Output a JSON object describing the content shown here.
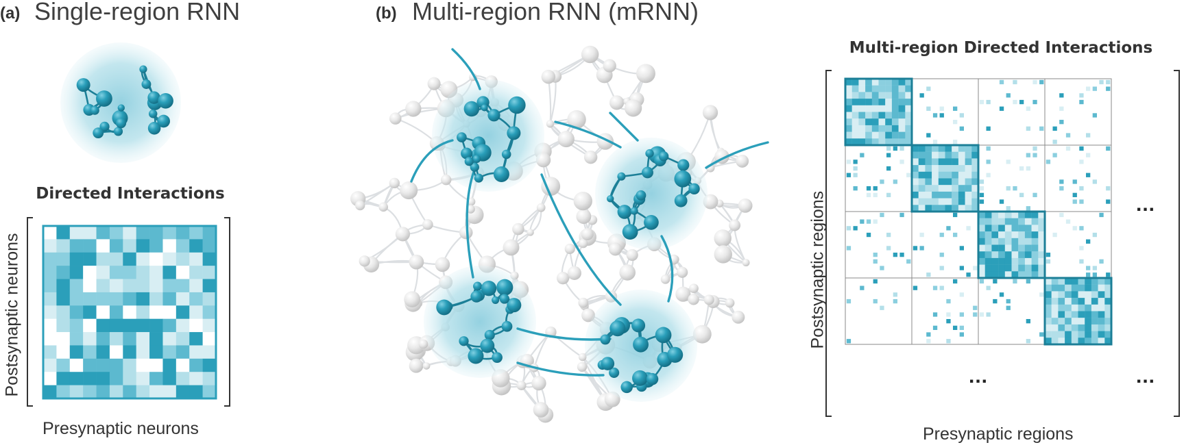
{
  "panel_a": {
    "tag": "(a)",
    "title": "Single-region RNN",
    "matrix_title": "Directed Interactions",
    "y_label": "Postsynaptic neurons",
    "x_label": "Presynaptic neurons"
  },
  "panel_b": {
    "tag": "(b)",
    "title": "Multi-region RNN (mRNN)",
    "matrix_title": "Multi-region Directed Interactions",
    "y_label": "Postsynaptic regions",
    "x_label": "Presynaptic regions",
    "ellipsis": "..."
  },
  "colors": {
    "accent": "#2b9fba",
    "accent_dark": "#1c7f97",
    "glow": "#9fd6e3",
    "gray_node": "#e3e3e3",
    "gray_edge": "#dcdfe2",
    "text": "#333333"
  }
}
